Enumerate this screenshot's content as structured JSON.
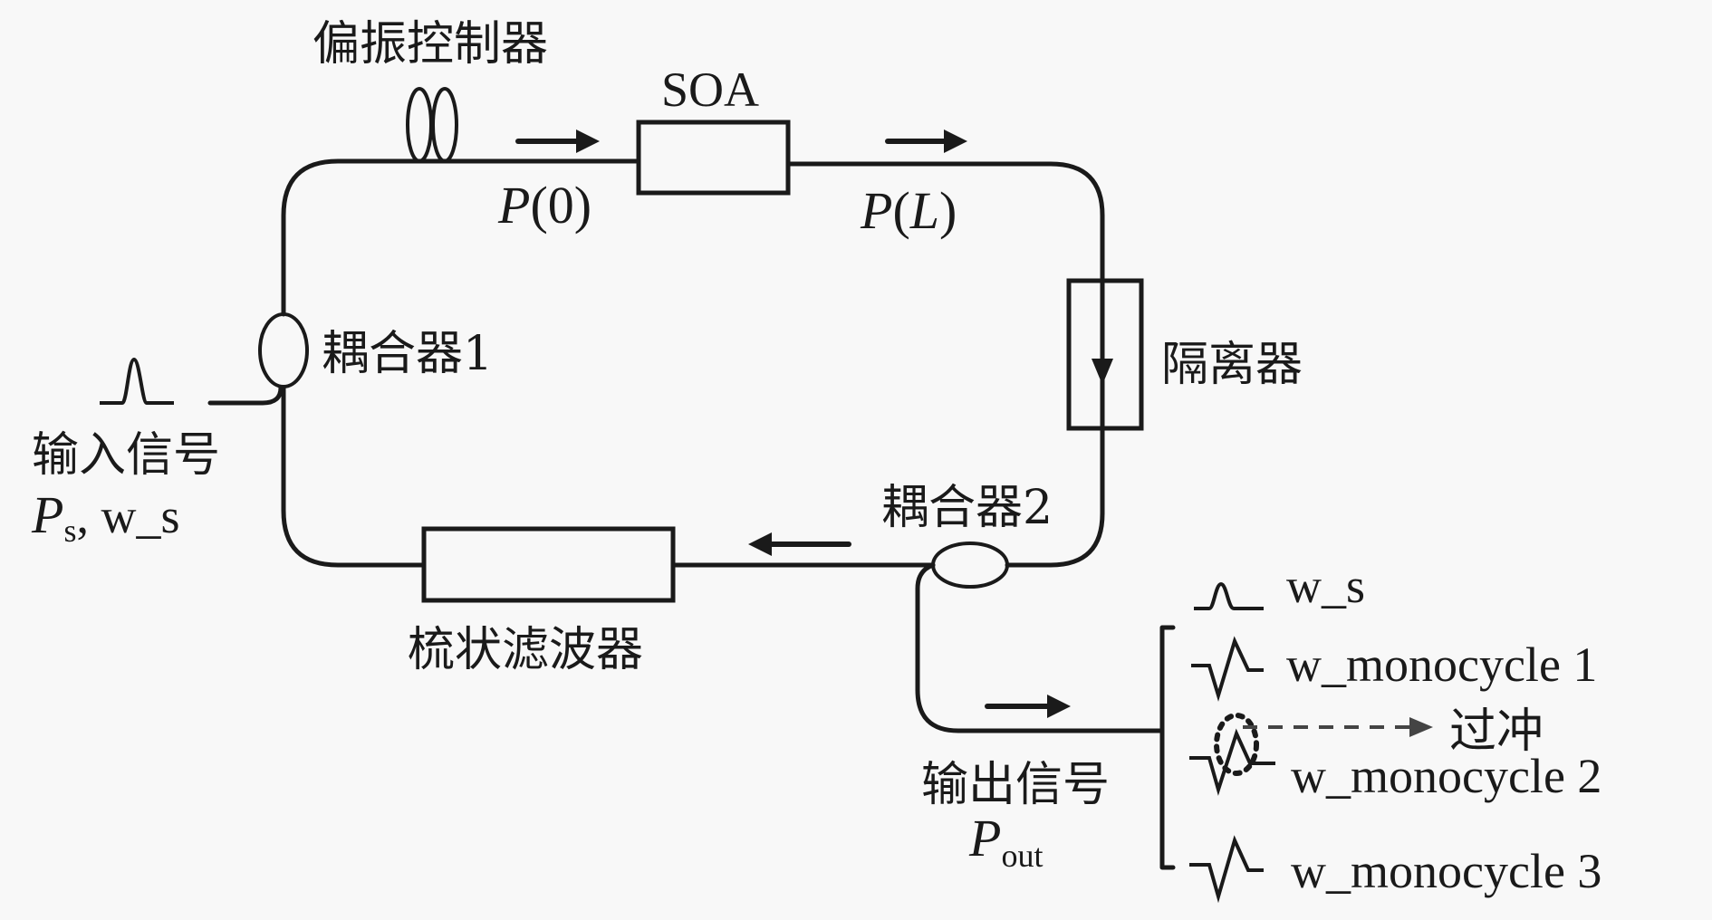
{
  "labels": {
    "polarization_controller": "偏振控制器",
    "soa": "SOA",
    "p0": {
      "symbol": "P",
      "paren_open": "(",
      "arg": "0",
      "paren_close": ")"
    },
    "pl": {
      "symbol": "P",
      "paren_open": "(",
      "arg": "L",
      "paren_close": ")"
    },
    "isolator": "隔离器",
    "coupler1": "耦合器1",
    "coupler2": "耦合器2",
    "comb_filter": "梳状滤波器",
    "input_signal": "输入信号",
    "input_params": {
      "symbol": "P",
      "subscript": "s",
      "rest": ", w_s"
    },
    "output_signal": "输出信号",
    "output_power": {
      "symbol": "P",
      "subscript": "out"
    },
    "overshoot": "过冲"
  },
  "legend": [
    {
      "waveform": "gaussian-pulse",
      "label": "w_s"
    },
    {
      "waveform": "monocycle",
      "label": "w_monocycle 1"
    },
    {
      "waveform": "monocycle-overshoot",
      "label": "w_monocycle 2"
    },
    {
      "waveform": "monocycle",
      "label": "w_monocycle 3"
    }
  ],
  "flow_directions": [
    "right",
    "right",
    "down",
    "left",
    "right"
  ]
}
